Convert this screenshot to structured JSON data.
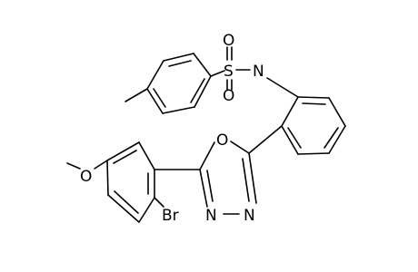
{
  "molecule": {
    "atoms": {
      "sulfur": "S",
      "oxygen_top": "O",
      "oxygen_bottom": "O",
      "nitrogen_h": "N",
      "oxadiazole_oxygen": "O",
      "oxadiazole_n_left": "N",
      "oxadiazole_n_right": "N",
      "bromine": "Br",
      "methoxy_oxygen": "O"
    }
  }
}
